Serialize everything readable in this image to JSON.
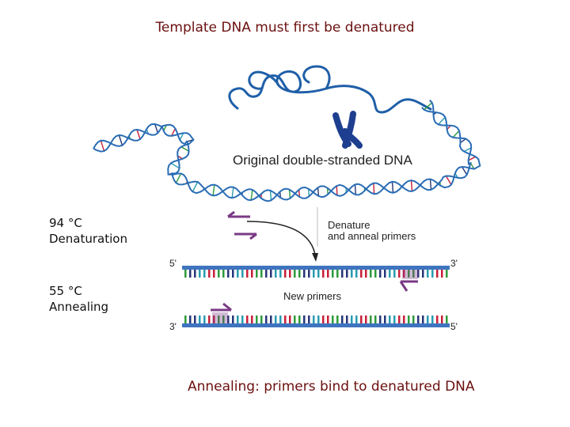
{
  "slide": {
    "title": "Template DNA must first be denatured",
    "caption": "Annealing:  primers bind to denatured DNA"
  },
  "steps": [
    {
      "temp": "94 °C",
      "stage": "Denaturation"
    },
    {
      "temp": "55 °C",
      "stage": "Annealing"
    }
  ],
  "figure": {
    "original_label": "Original double-stranded DNA",
    "denature_label_1": "Denature",
    "denature_label_2": "and anneal primers",
    "new_primers_label": "New primers",
    "strand_top_left": "5'",
    "strand_top_right": "3'",
    "strand_bottom_left": "3'",
    "strand_bottom_right": "5'"
  },
  "colors": {
    "title_text": "#6b0f0f",
    "dna_blue": "#1f5fa8",
    "helix_blue": "#2a6db5",
    "chromosome": "#1e3f8f",
    "primer": "#7a3a86",
    "base_green": "#2e9a3a",
    "base_red": "#c8203a",
    "base_teal": "#2a9bb0",
    "base_navy": "#27357a"
  }
}
